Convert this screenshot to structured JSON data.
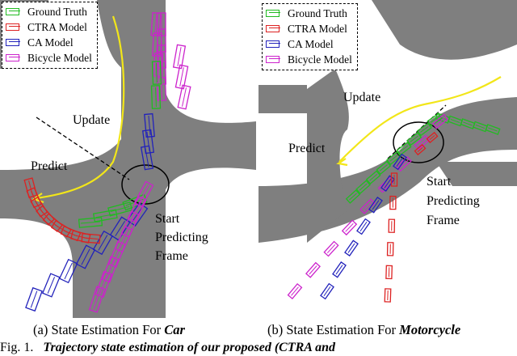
{
  "legend": {
    "ground_truth": {
      "label": "Ground Truth",
      "color": "#22bb22"
    },
    "ctra": {
      "label": "CTRA Model",
      "color": "#dd2222"
    },
    "ca": {
      "label": "CA Model",
      "color": "#2222bb"
    },
    "bicycle": {
      "label": "Bicycle Model",
      "color": "#cc22cc"
    }
  },
  "trajectory_color": "#f2e619",
  "road_color": "#7f7f7f",
  "panel_a": {
    "update_label": "Update",
    "predict_label": "Predict",
    "start_label": [
      "Start",
      "Predicting",
      "Frame"
    ],
    "caption_prefix": "(a) State Estimation For ",
    "caption_subject": "Car"
  },
  "panel_b": {
    "update_label": "Update",
    "predict_label": "Predict",
    "start_label": [
      "Start",
      "Predicting",
      "Frame"
    ],
    "caption_prefix": "(b) State Estimation For ",
    "caption_subject": "Motorcycle"
  },
  "figure_line": {
    "prefix": "Fig. 1.",
    "bold_text": "Trajectory state estimation of our proposed (CTRA and"
  }
}
